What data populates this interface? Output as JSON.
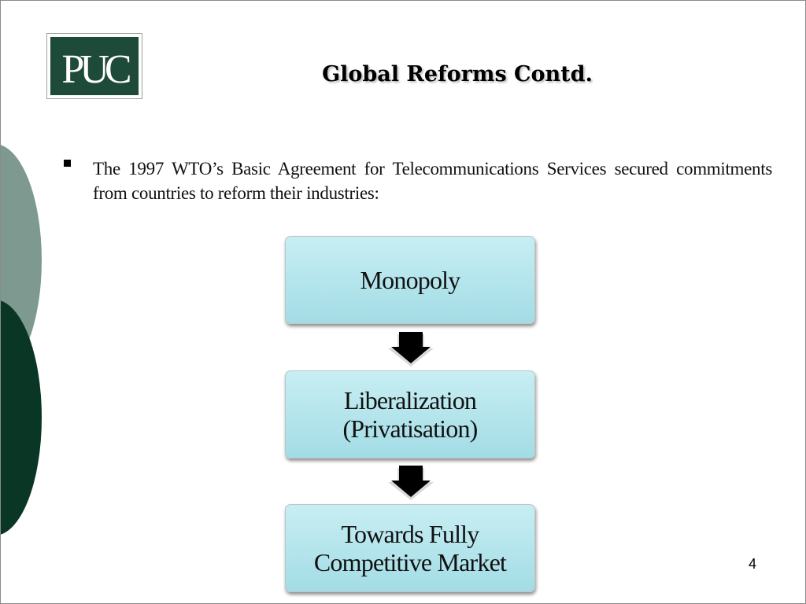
{
  "slide": {
    "logo": {
      "text": "PUC",
      "colors": {
        "background": "#1e4a39",
        "letters": "#ffffff"
      }
    },
    "title": "Global Reforms Contd.",
    "bullet": {
      "text": "The 1997 WTO’s Basic Agreement for Telecommunications Services secured commitments from countries to reform their industries:"
    },
    "flow": [
      {
        "label": "Monopoly"
      },
      {
        "label": "Liberalization\n(Privatisation)"
      },
      {
        "label": "Towards Fully\nCompetitive Market"
      }
    ],
    "arrow_icon": "down-arrow-icon",
    "page_number": "4",
    "colors": {
      "box_fill": "#b7e6ed",
      "dark_green": "#0a3626",
      "gray_green": "#7e9a90"
    }
  }
}
